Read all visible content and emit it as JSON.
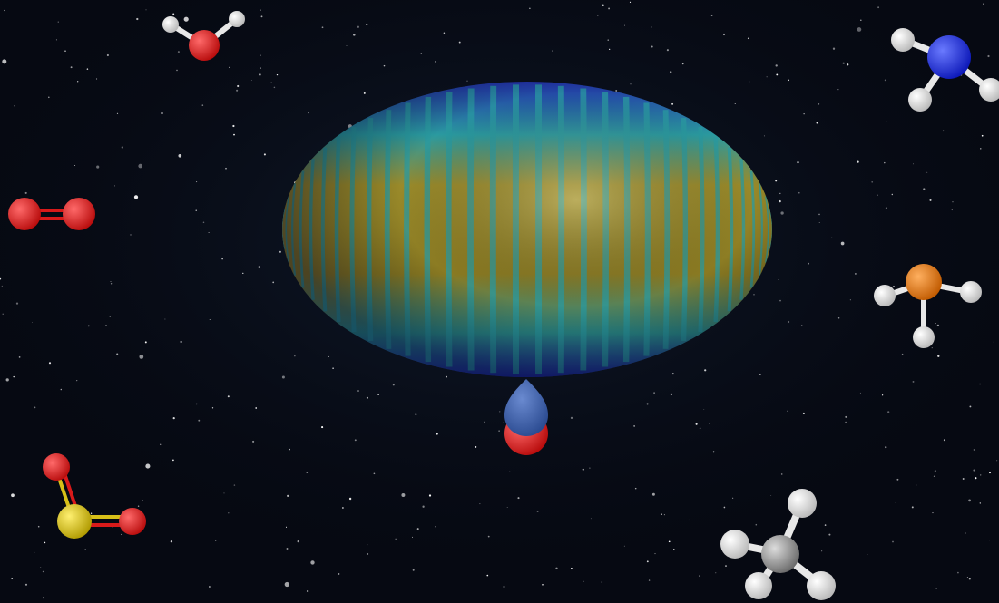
{
  "scene": {
    "background_color": "#060912",
    "nebula_color": "#1a2a44",
    "star_color": "#ffffff",
    "central_object": {
      "name": "torus-orbital",
      "gold_color": "#a08a2a",
      "blue_color": "#2233a8",
      "teal_color": "#2a9aa0"
    },
    "attached_molecule": {
      "name": "carbon-monoxide",
      "atoms": [
        "O",
        "C"
      ],
      "colors": [
        "#cc1a1a",
        "#3a5ea8"
      ]
    },
    "molecules": [
      {
        "name": "water",
        "formula": "H2O",
        "atom_colors": {
          "O": "#e02424",
          "H": "#f2f2f2"
        }
      },
      {
        "name": "ammonia",
        "formula": "NH3",
        "atom_colors": {
          "N": "#1a30e0",
          "H": "#f2f2f2"
        }
      },
      {
        "name": "oxygen",
        "formula": "O2",
        "atom_colors": {
          "O": "#e02424"
        }
      },
      {
        "name": "phosphine",
        "formula": "PH3",
        "atom_colors": {
          "P": "#e07a10",
          "H": "#f2f2f2"
        }
      },
      {
        "name": "sulfur-dioxide",
        "formula": "SO2",
        "atom_colors": {
          "S": "#d8c018",
          "O": "#e02424"
        }
      },
      {
        "name": "methane",
        "formula": "CH4",
        "atom_colors": {
          "C": "#9a9a9a",
          "H": "#f2f2f2"
        }
      }
    ]
  }
}
